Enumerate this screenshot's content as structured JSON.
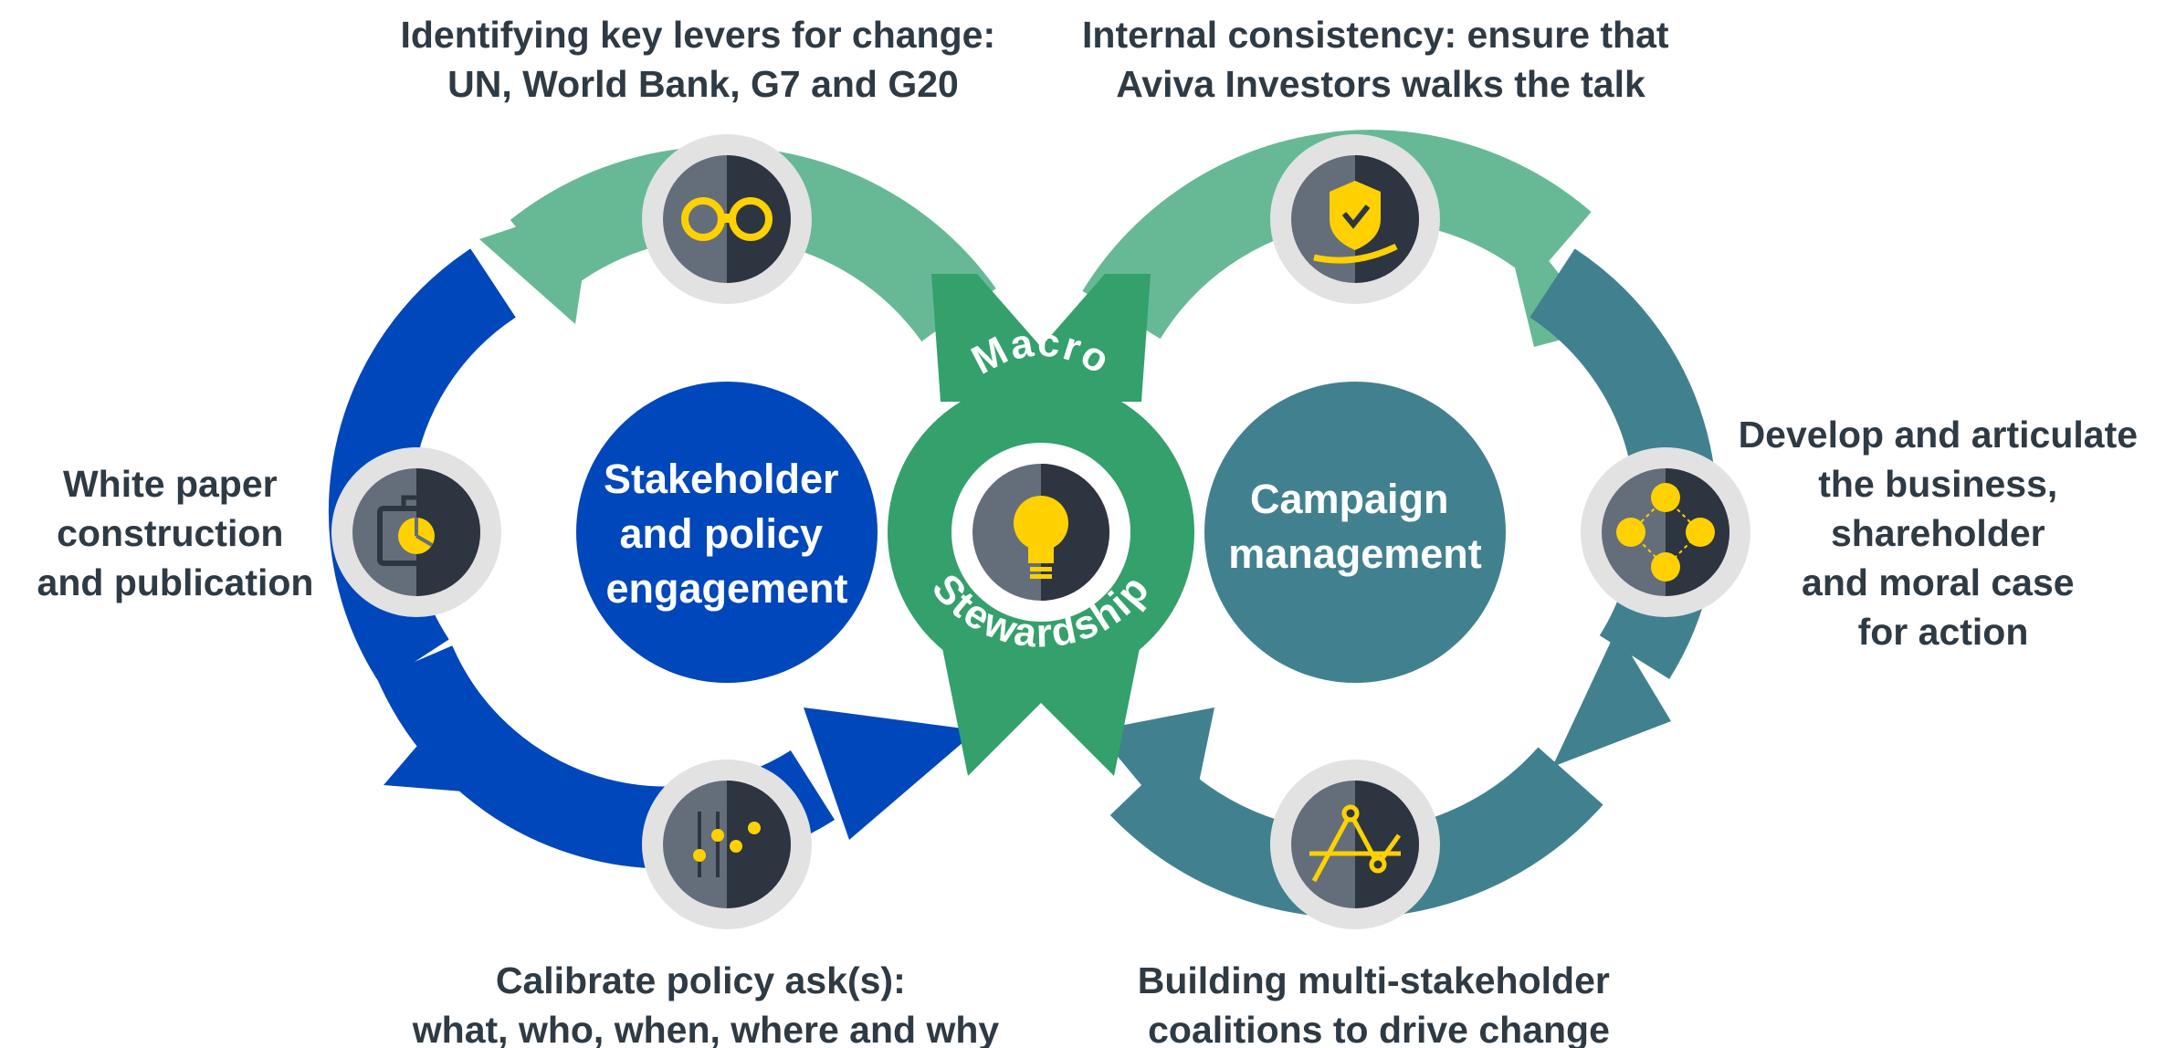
{
  "center": {
    "word_top": "Macro",
    "word_bottom": "Stewardship",
    "icon": "lightbulb-icon"
  },
  "left_hub": {
    "lines": [
      "Stakeholder",
      "and policy",
      "engagement"
    ]
  },
  "right_hub": {
    "lines": [
      "Campaign",
      "management"
    ]
  },
  "steps": {
    "top_left": {
      "lines": [
        "Identifying key levers for change:",
        "UN, World Bank, G7 and G20"
      ],
      "icon": "binoculars-icon"
    },
    "left": {
      "lines": [
        "White paper",
        "construction",
        "and publication"
      ],
      "icon": "briefcase-chart-icon"
    },
    "bottom_left": {
      "lines": [
        "Calibrate policy ask(s):",
        "what, who, when, where and why"
      ],
      "icon": "sliders-icon"
    },
    "top_right": {
      "lines": [
        "Internal consistency: ensure that",
        "Aviva Investors walks the talk"
      ],
      "icon": "shield-check-hand-icon"
    },
    "right": {
      "lines": [
        "Develop and articulate",
        "the business,",
        "shareholder",
        "and moral case",
        "for action"
      ],
      "icon": "people-network-icon"
    },
    "bottom_right": {
      "lines": [
        "Building multi-stakeholder",
        "coalitions to drive change"
      ],
      "icon": "trend-chart-icon"
    }
  },
  "colors": {
    "left_loop_blue": "#0047BB",
    "top_left_green": "#67B996",
    "center_green": "#34A06C",
    "right_loop_teal": "#41818F",
    "icon_yellow": "#FFD100",
    "icon_dark": "#2C3540",
    "icon_mid": "#646E7A",
    "ring_gray": "#E2E2E2",
    "text_dark": "#2E3A44"
  }
}
